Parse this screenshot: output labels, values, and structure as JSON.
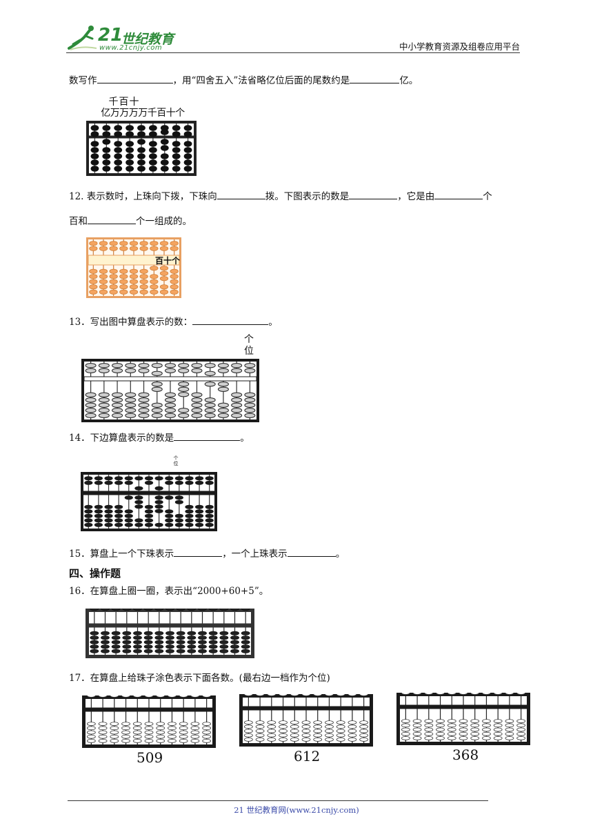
{
  "header": {
    "logo_number": "21",
    "logo_cn": "世纪教育",
    "logo_url": "www.21cnjy.com",
    "right_text": "中小学教育资源及组卷应用平台"
  },
  "q11": {
    "prefix": "数写作",
    "mid": "，用“四舍五入”法省略亿位后面的尾数约是",
    "suffix": "亿。",
    "label_row1": "千百十",
    "label_row2": "亿万万万万千百十个"
  },
  "q12": {
    "line1_a": "12. 表示数时，上珠向下拨，下珠向",
    "line1_b": "拨。下图表示的数是",
    "line1_c": "，它是由",
    "line1_d": "个",
    "line2_a": "百和",
    "line2_b": "个一组成的。",
    "abacus_label": "百十个"
  },
  "q13": {
    "text": "13．写出图中算盘表示的数：",
    "end": "。",
    "label_top": "个",
    "label_bottom": "位"
  },
  "q14": {
    "text": "14．下边算盘表示的数是",
    "end": "。",
    "label": "个位"
  },
  "q15": {
    "text_a": "15．算盘上一个下珠表示",
    "text_b": "，一个上珠表示",
    "end": "。"
  },
  "section4": {
    "title": "四、操作题"
  },
  "q16": {
    "text": "16．在算盘上圈一圈，表示出“2000+60+5”。"
  },
  "q17": {
    "text": "17．在算盘上给珠子涂色表示下面各数。(最右边一档作为个位)",
    "numbers": [
      "509",
      "612",
      "368"
    ]
  },
  "footer": {
    "text": "21 世纪教育网(www.21cnjy.com)"
  },
  "colors": {
    "orange": "#f4a460",
    "orange_frame": "#e8a062",
    "dark": "#1a1a1a",
    "footer_text": "#3a4aa8",
    "logo_green": "#2e8b3a"
  }
}
